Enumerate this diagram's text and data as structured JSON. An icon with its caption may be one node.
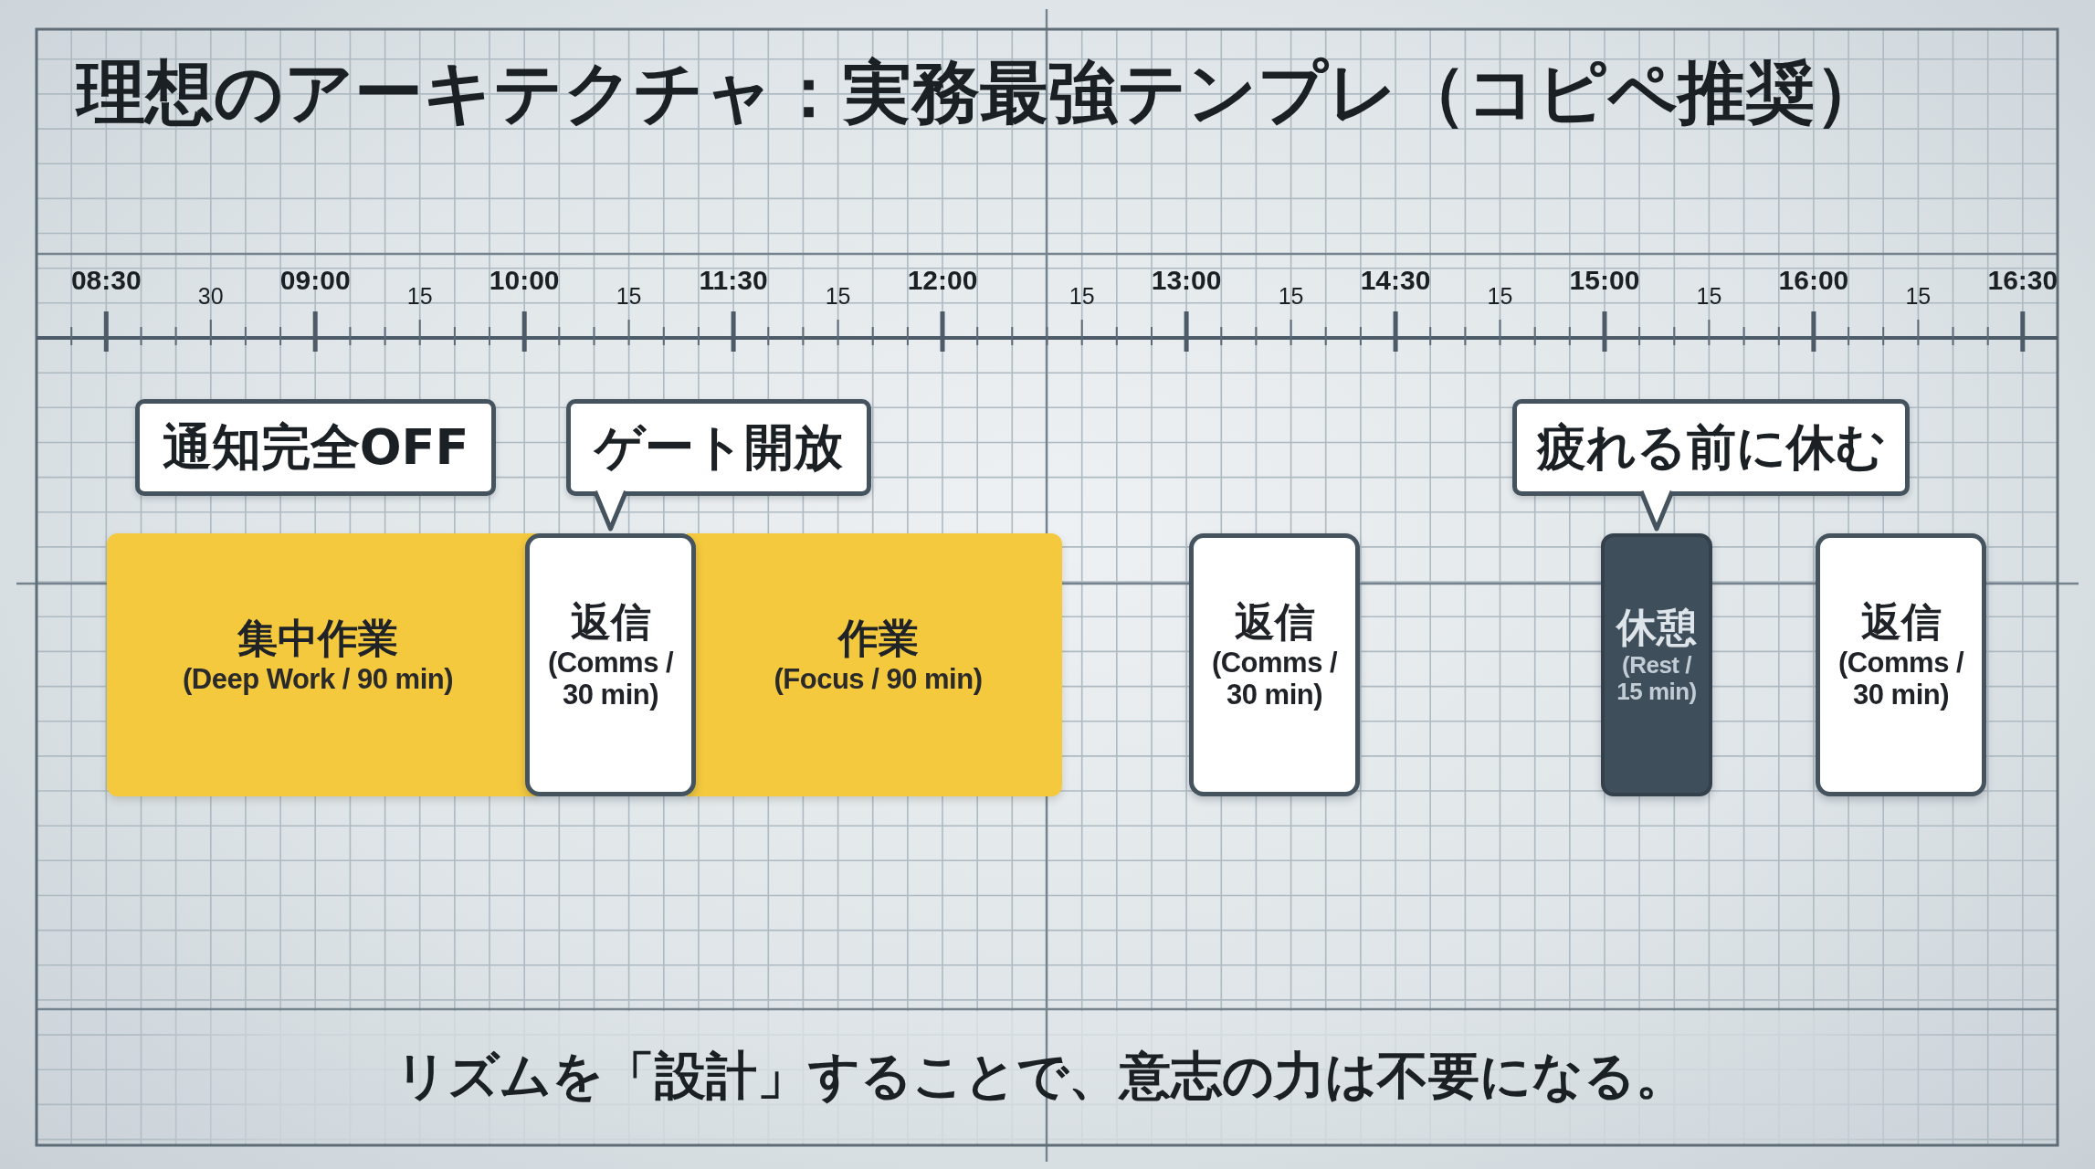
{
  "diagram": {
    "title": "理想のアーキテクチャ：実務最強テンプレ（コピペ推奨）",
    "caption": "リズムを「設計」することで、意志の力は不要になる。",
    "nodes": [
      {
        "text": [
          "通知完全OFF"
        ]
      },
      {
        "text": [
          "ゲート開放"
        ]
      },
      {
        "text": [
          "疲れる前に休む"
        ]
      },
      {
        "text": [
          "集中作業",
          "(Deep Work / 90 min)"
        ]
      },
      {
        "text": [
          "返信",
          "(Comms / 30 min)"
        ]
      },
      {
        "text": [
          "作業",
          "(Focus / 90 min)"
        ]
      },
      {
        "text": [
          "返信",
          "(Comms / 30 min)"
        ]
      },
      {
        "text": [
          "休憩",
          "(Rest / 15 min)"
        ]
      },
      {
        "text": [
          "返信",
          "(Comms / 30 min)"
        ]
      }
    ],
    "edges": [
      {
        "from": 1,
        "to": 4,
        "arrow": "to"
      },
      {
        "from": 2,
        "to": 7,
        "arrow": "to"
      }
    ],
    "labels": [
      "08:30",
      "30",
      "09:00",
      "15",
      "10:00",
      "15",
      "11:30",
      "15",
      "12:00",
      "15",
      "13:00",
      "15",
      "14:30",
      "15",
      "15:00",
      "15",
      "16:00",
      "15",
      "16:30"
    ]
  }
}
